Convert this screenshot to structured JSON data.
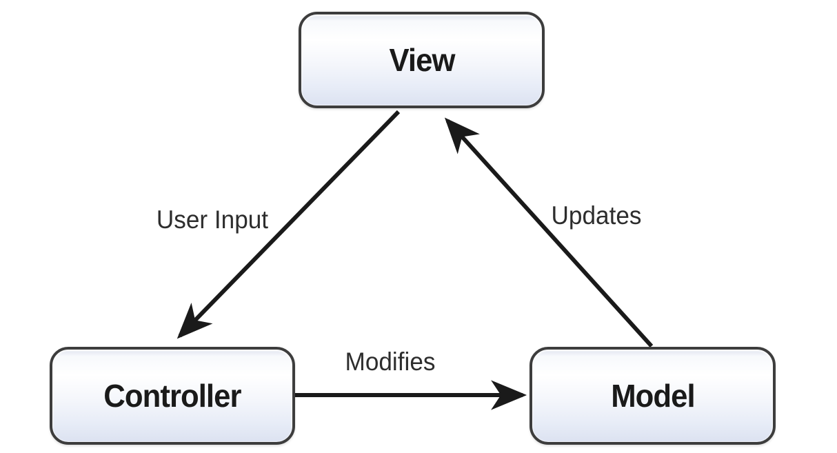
{
  "diagram": {
    "type": "mvc-pattern-diagram",
    "nodes": [
      {
        "id": "view",
        "label": "View"
      },
      {
        "id": "controller",
        "label": "Controller"
      },
      {
        "id": "model",
        "label": "Model"
      }
    ],
    "edges": [
      {
        "id": "user-input",
        "label": "User Input",
        "from": "view",
        "to": "controller"
      },
      {
        "id": "modifies",
        "label": "Modifies",
        "from": "controller",
        "to": "model"
      },
      {
        "id": "updates",
        "label": "Updates",
        "from": "model",
        "to": "view"
      }
    ],
    "colors": {
      "node_border": "#3d3d3d",
      "node_fill_top": "#ffffff",
      "node_fill_bottom": "#dce2f1",
      "arrow": "#1a1a1a",
      "node_text": "#1a1a1a",
      "edge_text": "#2d2d2d",
      "background": "#ffffff"
    }
  }
}
